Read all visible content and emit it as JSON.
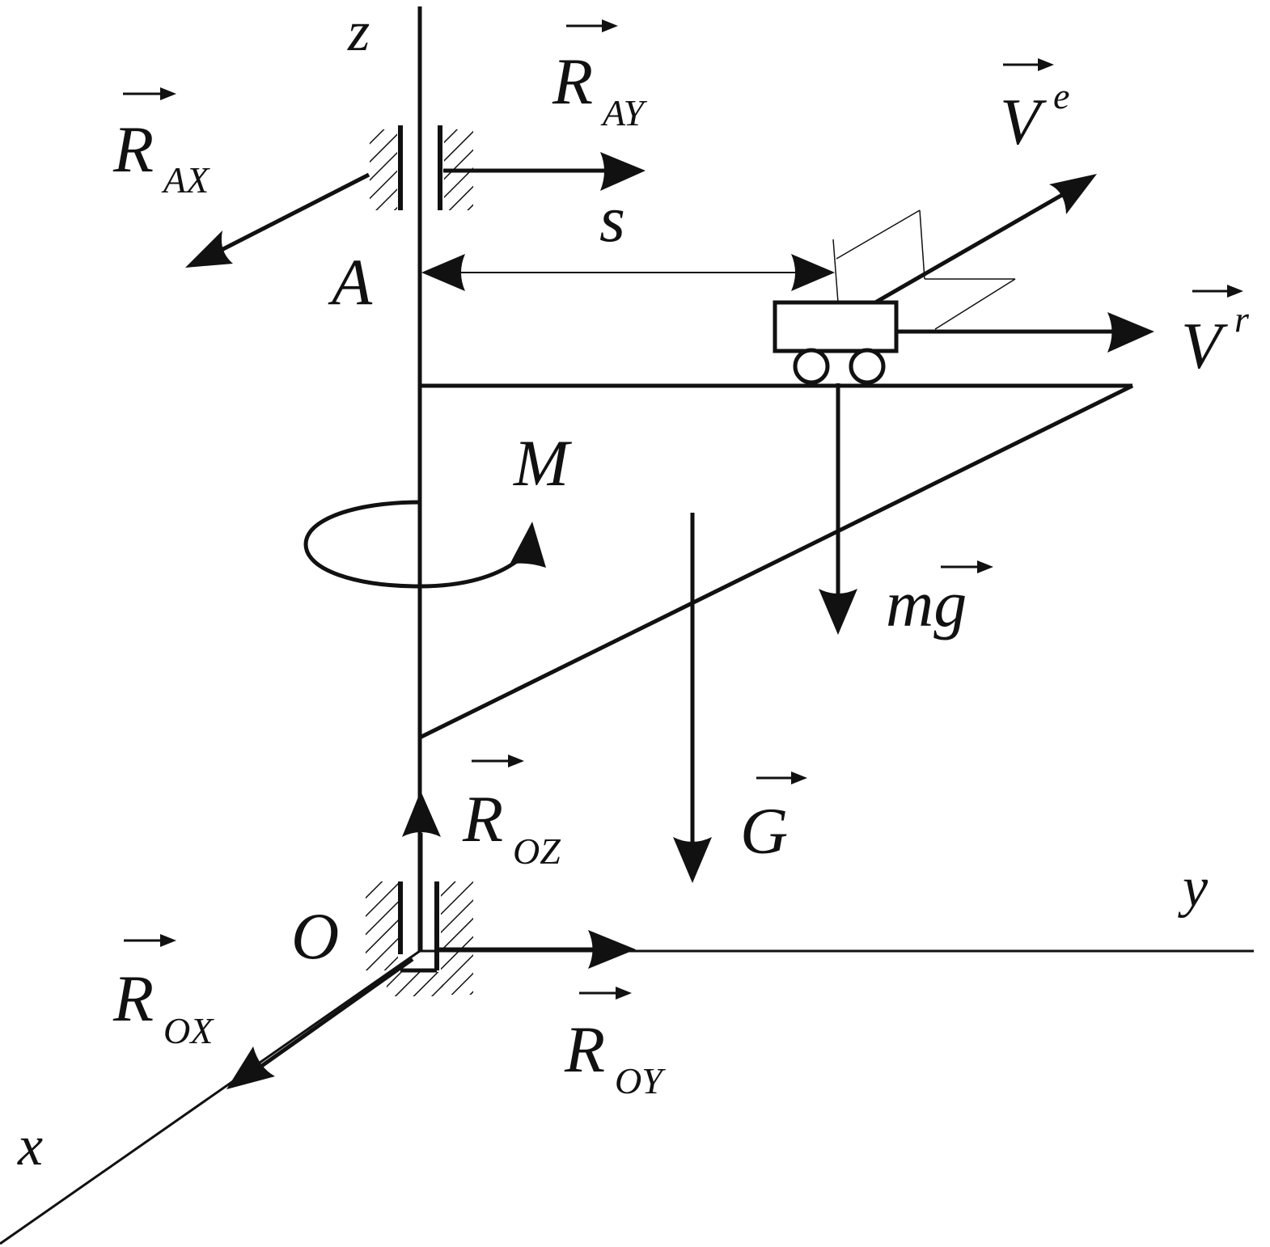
{
  "axes": {
    "x": "x",
    "y": "y",
    "z": "z"
  },
  "points": {
    "A": "A",
    "O": "O"
  },
  "forces": {
    "R_AX": {
      "main": "R",
      "sub": "AX"
    },
    "R_AY": {
      "main": "R",
      "sub": "AY"
    },
    "R_OX": {
      "main": "R",
      "sub": "OX"
    },
    "R_OY": {
      "main": "R",
      "sub": "OY"
    },
    "R_OZ": {
      "main": "R",
      "sub": "OZ"
    },
    "G": {
      "main": "G"
    },
    "mg": {
      "main": "mg"
    }
  },
  "velocities": {
    "Ve": {
      "main": "V",
      "sup": "e"
    },
    "Vr": {
      "main": "V",
      "sup": "r"
    }
  },
  "moment": "M",
  "distance": "s"
}
